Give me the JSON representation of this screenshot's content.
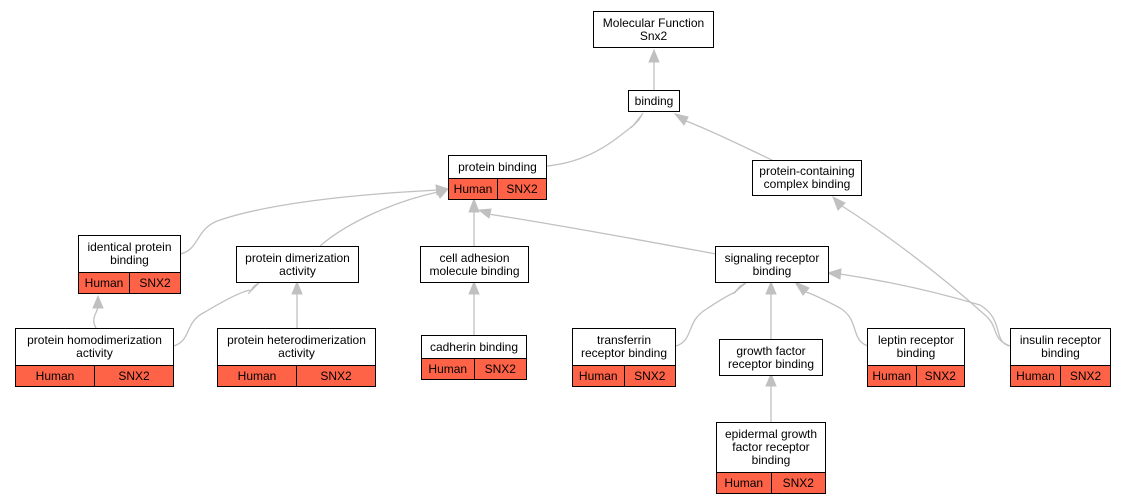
{
  "nodes": {
    "root": {
      "label": "Molecular Function\nSnx2"
    },
    "binding": {
      "label": "binding"
    },
    "protein_binding": {
      "label": "protein binding",
      "species": "Human",
      "gene": "SNX2"
    },
    "protein_containing_complex": {
      "label": "protein-containing\ncomplex binding"
    },
    "identical_protein": {
      "label": "identical protein\nbinding",
      "species": "Human",
      "gene": "SNX2"
    },
    "protein_dimerization": {
      "label": "protein dimerization\nactivity"
    },
    "cell_adhesion": {
      "label": "cell adhesion\nmolecule binding"
    },
    "signaling_receptor": {
      "label": "signaling receptor\nbinding"
    },
    "protein_homodimerization": {
      "label": "protein homodimerization\nactivity",
      "species": "Human",
      "gene": "SNX2"
    },
    "protein_heterodimerization": {
      "label": "protein heterodimerization\nactivity",
      "species": "Human",
      "gene": "SNX2"
    },
    "cadherin": {
      "label": "cadherin binding",
      "species": "Human",
      "gene": "SNX2"
    },
    "transferrin_receptor": {
      "label": "transferrin\nreceptor binding",
      "species": "Human",
      "gene": "SNX2"
    },
    "growth_factor_receptor": {
      "label": "growth factor\nreceptor binding"
    },
    "leptin_receptor": {
      "label": "leptin receptor\nbinding",
      "species": "Human",
      "gene": "SNX2"
    },
    "insulin_receptor": {
      "label": "insulin receptor\nbinding",
      "species": "Human",
      "gene": "SNX2"
    },
    "egf_receptor": {
      "label": "epidermal growth\nfactor receptor\nbinding",
      "species": "Human",
      "gene": "SNX2"
    }
  },
  "colors": {
    "annotation_fill": "#ff6347",
    "edge": "#c0c0c0"
  }
}
